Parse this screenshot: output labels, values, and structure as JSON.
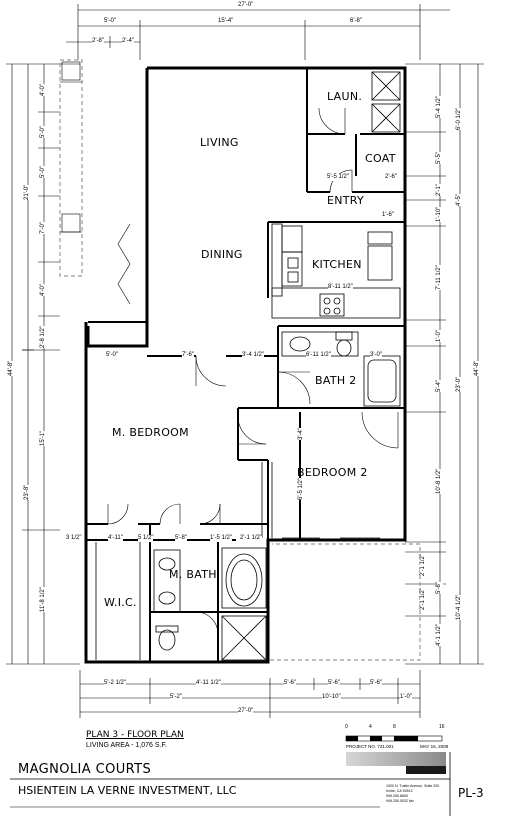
{
  "rooms": {
    "laundry": "LAUN.",
    "living": "LIVING",
    "coat": "COAT",
    "entry": "ENTRY",
    "dining": "DINING",
    "kitchen": "KITCHEN",
    "bath2": "BATH 2",
    "master_bedroom": "M. BEDROOM",
    "bedroom2": "BEDROOM 2",
    "master_bath": "M. BATH",
    "wic": "W.I.C."
  },
  "dimensions": {
    "top_overall": "27'-0\"",
    "top_1": "5'-0\"",
    "top_2": "15'-4\"",
    "top_3": "6'-8\"",
    "top_sub_1": "2'-8\"",
    "top_sub_2": "2'-4\"",
    "left_1": "4'-0\"",
    "left_2": "5'-0\"",
    "left_3": "5'-0\"",
    "left_4": "7'-0\"",
    "left_5": "4'-0\"",
    "left_6": "2'-8 1/2\"",
    "left_7": "15'-1\"",
    "left_8": "11'-8 1/2\"",
    "left_overall_upper": "21'-0\"",
    "left_overall_lower": "23'-8\"",
    "left_overall": "44'-8\"",
    "right_1": "5'-4 1/2\"",
    "right_2": "6'-0 1/2\"",
    "right_3": "5'-5\"",
    "right_4": "2'-1\"",
    "right_5": "4'-5\"",
    "right_6": "1'-10\"",
    "right_7": "7'-11 1/2\"",
    "right_8": "1'-0\"",
    "right_9": "5'-4\"",
    "right_10": "23'-0\"",
    "right_11": "10'-8 1/2\"",
    "right_12": "2'-1 1/2\"",
    "right_13": "5'-8\"",
    "right_14": "10'-4 1/2\"",
    "right_15": "2'-1 1/2\"",
    "right_16": "4'-1 1/2\"",
    "right_overall": "44'-8\"",
    "int_coat": "5'-5 1/2\"",
    "int_coat_2": "2'-6\"",
    "int_entry": "1'-6\"",
    "int_kitchen": "8'-11 1/2\"",
    "int_bath_w": "6'-11 1/2\"",
    "int_bath_3": "3'-0\"",
    "int_living_1": "5'-0\"",
    "int_living_2": "7'-6\"",
    "int_living_3": "3'-4 1/2\"",
    "int_bed2_v1": "3'-4\"",
    "int_bed2_v2": "6'-5 1/2\"",
    "int_mb_1": "3 1/2\"",
    "int_mb_2": "4'-11\"",
    "int_mb_3": "5 1/2\"",
    "int_mb_4": "5'-8\"",
    "int_mb_5": "1'-5 1/2\"",
    "int_mb_6": "2'-1 1/2\"",
    "bottom_1": "5'-2 1/2\"",
    "bottom_2": "4'-11 1/2\"",
    "bottom_3": "5'-6\"",
    "bottom_4": "5'-6\"",
    "bottom_5": "5'-6\"",
    "bottom_6": "5'-2\"",
    "bottom_7": "10'-10\"",
    "bottom_8": "1'-0\"",
    "bottom_overall": "27'-0\""
  },
  "title_block": {
    "plan_title": "PLAN 3 - FLOOR PLAN",
    "living_area": "LIVING AREA - 1,076 S.F.",
    "project_name": "MAGNOLIA COURTS",
    "client": "HSIENTEIN LA VERNE INVESTMENT, LLC",
    "sheet": "PL-3",
    "project_no": "PROJECT NO. 721.001",
    "date": "MAY 16, 2008",
    "scale_0": "0",
    "scale_4": "4",
    "scale_8": "8",
    "scale_16": "16",
    "firm_line_1": "1000 N. Tustin Avenue, Suite 200",
    "firm_line_2": "Irvine, CA 92612",
    "firm_line_3": "949.250.6840",
    "firm_line_4": "949.250.0032 fax"
  },
  "colors": {
    "line": "#000000",
    "background": "#ffffff",
    "dashed": "#9a9a9a"
  },
  "icons": [
    "north-arrow-icon",
    "scale-bar-icon"
  ]
}
